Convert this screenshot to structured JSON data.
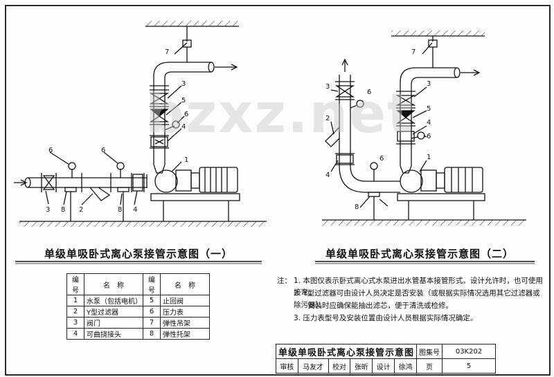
{
  "watermark": "bzxz.net",
  "diagram1": {
    "title": "单级单吸卧式离心泵接管示意图（一）",
    "callouts": [
      "7",
      "3",
      "5",
      "6",
      "4",
      "1",
      "6",
      "6",
      "3",
      "8",
      "2",
      "8",
      "4"
    ]
  },
  "diagram2": {
    "title": "单级单吸卧式离心泵接管示意图（二）",
    "callouts": [
      "7",
      "3",
      "6",
      "5",
      "4",
      "6",
      "1",
      "2",
      "6",
      "4",
      "8",
      "3"
    ]
  },
  "legend": {
    "headers": [
      "编号",
      "名　称",
      "编号",
      "名　称"
    ],
    "rows": [
      [
        "1",
        "水泵（包括电机）",
        "5",
        "止回阀"
      ],
      [
        "2",
        "Y型过滤器",
        "6",
        "压力表"
      ],
      [
        "3",
        "阀门",
        "7",
        "弹性吊架"
      ],
      [
        "4",
        "可曲挠接头",
        "8",
        "弹性托架"
      ]
    ]
  },
  "notes": {
    "label": "注：",
    "lines": [
      "1.  本图仅表示卧式离心式水泵进出水管基本接管形式。设计允许时，也可使用接弯。",
      "2.  Y型过滤器可由设计人员决定是否安装（或根据实际情况选用其它过滤器或除污器）。",
      "安装时应确保能抽出滤芯，便于清洗或检修。",
      "3.  压力表型号及安装位置由设计人员根据实际情况确定。"
    ]
  },
  "titleblock": {
    "title": "单级单吸卧式离心泵接管示意图",
    "atlas_label": "图集号",
    "atlas_no": "03K202",
    "reviewer_label": "审核",
    "reviewer": "马友才",
    "checker_label": "校对",
    "checker": "张昕",
    "designer_label": "设计",
    "designer": "徐鸿",
    "page_label": "页",
    "page_no": "5"
  }
}
